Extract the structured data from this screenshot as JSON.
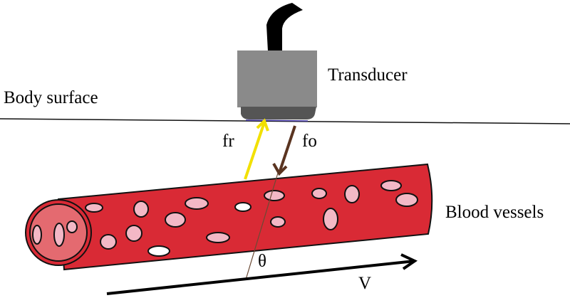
{
  "labels": {
    "body_surface": "Body surface",
    "transducer": "Transducer",
    "received_frequency": "fr",
    "emitted_frequency": "fo",
    "blood_vessels": "Blood vessels",
    "angle": "θ",
    "velocity": "V"
  },
  "colors": {
    "vessel": "#d92a35",
    "vessel_end": "#e46a70",
    "cell": "#f3b8c6",
    "transducer_body": "#8a8a8a",
    "transducer_face": "#555555",
    "received_arrow": "#f2e000",
    "emitted_arrow": "#5a3420"
  }
}
